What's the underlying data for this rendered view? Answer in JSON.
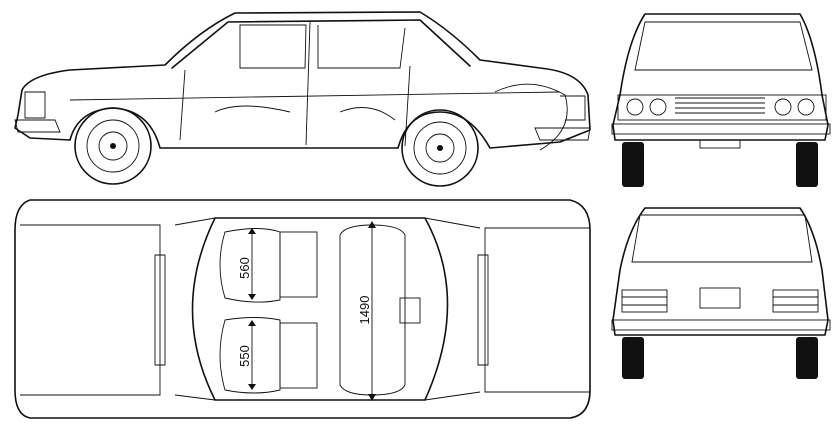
{
  "dimensions": {
    "front_seat_depth": "560",
    "rear_seat_depth": "550",
    "interior_width": "1490"
  },
  "colors": {
    "line": "#111111",
    "background": "#ffffff"
  }
}
